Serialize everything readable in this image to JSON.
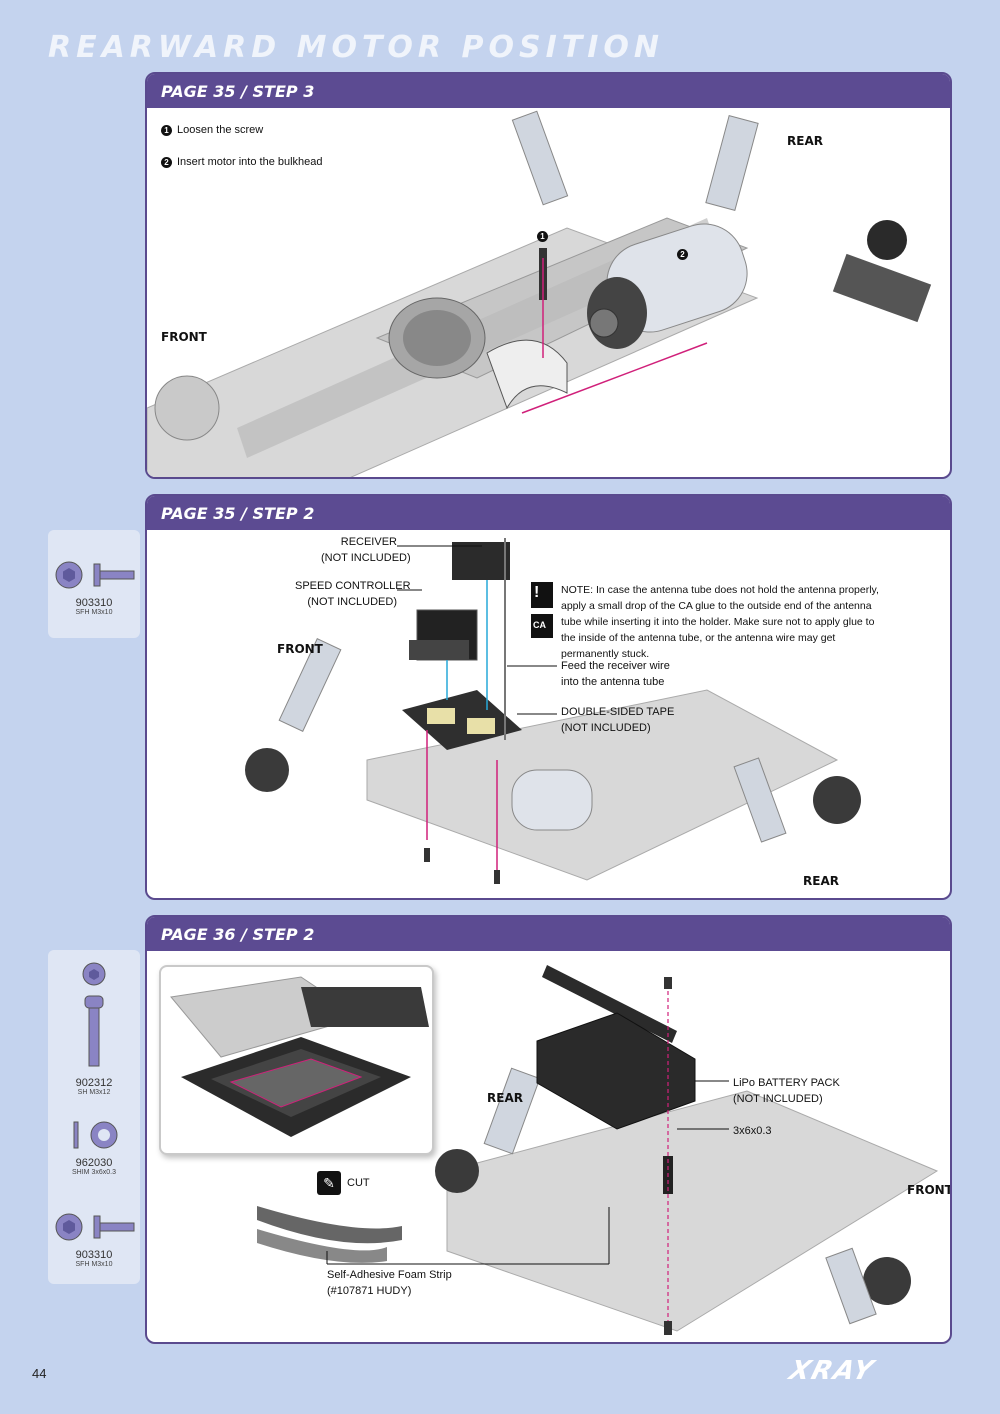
{
  "page_title": "REARWARD MOTOR POSITION",
  "page_number": "44",
  "brand": "XRAY",
  "sections": [
    {
      "header": "PAGE 35 / STEP 3",
      "steps": [
        {
          "num": "1",
          "text": "Loosen the screw"
        },
        {
          "num": "2",
          "text": "Insert motor into the bulkhead"
        }
      ],
      "direction_labels": {
        "rear": "REAR",
        "front": "FRONT"
      }
    },
    {
      "header": "PAGE 35 / STEP 2",
      "labels": {
        "receiver": "RECEIVER\n(NOT INCLUDED)",
        "receiver_l1": "RECEIVER",
        "receiver_l2": "(NOT INCLUDED)",
        "speed_l1": "SPEED CONTROLLER",
        "speed_l2": "(NOT INCLUDED)",
        "feed_l1": "Feed the receiver wire",
        "feed_l2": "into the antenna tube",
        "tape_l1": "DOUBLE-SIDED TAPE",
        "tape_l2": "(NOT INCLUDED)",
        "note": "NOTE: In case the antenna tube does not hold the antenna properly, apply a small drop of the CA glue to the outside end of the antenna tube while inserting it into the holder. Make sure not to apply glue to the inside of the antenna tube, or the antenna wire may get permanently stuck.",
        "ca_badge": "CA"
      },
      "direction_labels": {
        "front": "FRONT",
        "rear": "REAR"
      },
      "parts": [
        {
          "code": "903310",
          "desc": "SFH M3x10",
          "icon": "flat-head-screw-icon"
        }
      ]
    },
    {
      "header": "PAGE 36 / STEP 2",
      "labels": {
        "battery_l1": "LiPo BATTERY PACK",
        "battery_l2": "(NOT INCLUDED)",
        "shim": "3x6x0.3",
        "cut": "CUT",
        "foam_l1": "Self-Adhesive Foam Strip",
        "foam_l2": "(#107871 HUDY)"
      },
      "direction_labels": {
        "rear": "REAR",
        "front": "FRONT"
      },
      "parts": [
        {
          "code": "902312",
          "desc": "SH M3x12",
          "icon": "socket-head-screw-icon"
        },
        {
          "code": "962030",
          "desc": "SHIM 3x6x0.3",
          "icon": "shim-icon"
        },
        {
          "code": "903310",
          "desc": "SFH M3x10",
          "icon": "flat-head-screw-icon"
        }
      ]
    }
  ],
  "colors": {
    "background": "#c4d3ee",
    "header": "#5c4b92",
    "part_metal": "#8a84c4",
    "arrow_magenta": "#d0207a",
    "arrow_cyan": "#27a8d8"
  }
}
